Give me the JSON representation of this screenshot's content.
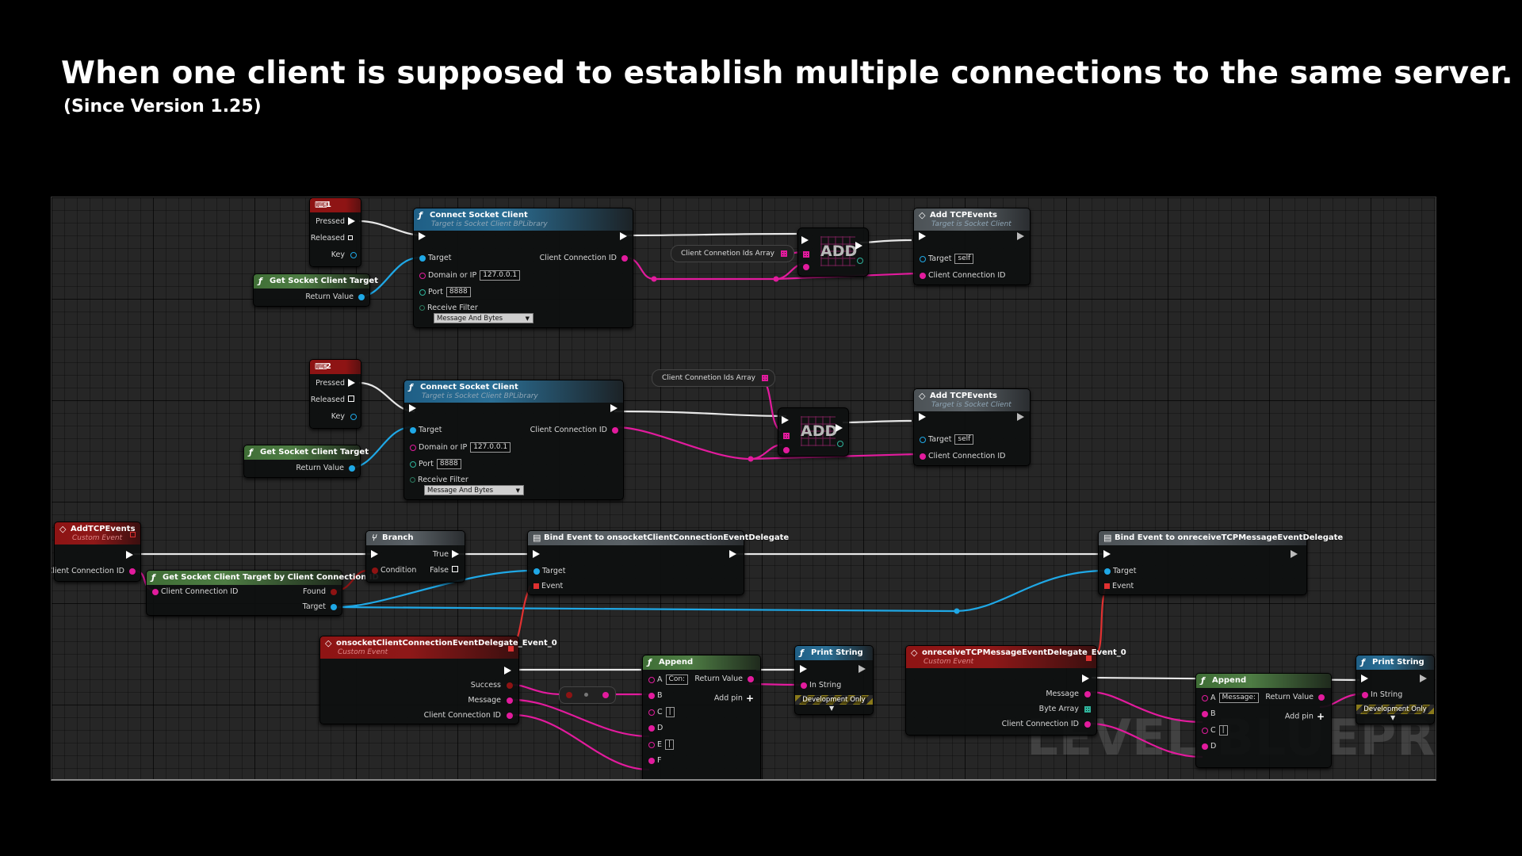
{
  "heading": {
    "title": "When one client is supposed to establish multiple connections to the same server.",
    "subtitle": "(Since Version 1.25)"
  },
  "watermark": "LEVEL BLUEPR",
  "colors": {
    "exec": "#ffffff",
    "object_pin": "#1fa8e6",
    "int_pin": "#e21b9d",
    "string_pin": "#e21b9d",
    "struct_pin": "#2fb39b",
    "delegate_pin": "#e03131",
    "bool_pin": "#8e1313"
  },
  "nodes": {
    "key1": {
      "icon": "keyboard-icon",
      "title": "1",
      "pressed": "Pressed",
      "released": "Released",
      "key": "Key"
    },
    "key2": {
      "icon": "keyboard-icon",
      "title": "2",
      "pressed": "Pressed",
      "released": "Released",
      "key": "Key"
    },
    "get_target1": {
      "title": "Get Socket Client Target",
      "return": "Return Value"
    },
    "get_target2": {
      "title": "Get Socket Client Target",
      "return": "Return Value"
    },
    "connect1": {
      "title": "Connect Socket Client",
      "subtitle": "Target is Socket Client BPLibrary",
      "target": "Target",
      "domain": "Domain or IP",
      "domain_value": "127.0.0.1",
      "port": "Port",
      "port_value": "8888",
      "receive_filter": "Receive Filter",
      "filter_value": "Message And Bytes",
      "connection_id": "Client Connection ID"
    },
    "connect2": {
      "title": "Connect Socket Client",
      "subtitle": "Target is Socket Client BPLibrary",
      "target": "Target",
      "domain": "Domain or IP",
      "domain_value": "127.0.0.1",
      "port": "Port",
      "port_value": "8888",
      "receive_filter": "Receive Filter",
      "filter_value": "Message And Bytes",
      "connection_id": "Client Connection ID"
    },
    "ids_array1": {
      "label": "Client Connetion Ids Array"
    },
    "ids_array2": {
      "label": "Client Connetion Ids Array"
    },
    "add1": {
      "label": "ADD"
    },
    "add2": {
      "label": "ADD"
    },
    "add_tcp1": {
      "title": "Add TCPEvents",
      "subtitle": "Target is Socket Client",
      "target": "Target",
      "target_value": "self",
      "connection_id": "Client Connection ID"
    },
    "add_tcp2": {
      "title": "Add TCPEvents",
      "subtitle": "Target is Socket Client",
      "target": "Target",
      "target_value": "self",
      "connection_id": "Client Connection ID"
    },
    "custom_event": {
      "title": "AddTCPEvents",
      "subtitle": "Custom Event",
      "connection_id": "Client Connection ID"
    },
    "get_by_id": {
      "title": "Get Socket Client Target by Client Connection ID",
      "connection_id": "Client Connection ID",
      "found": "Found",
      "target": "Target"
    },
    "branch": {
      "title": "Branch",
      "condition": "Condition",
      "true": "True",
      "false": "False"
    },
    "bind1": {
      "title": "Bind Event to onsocketClientConnectionEventDelegate",
      "target": "Target",
      "event": "Event"
    },
    "bind2": {
      "title": "Bind Event to onreceiveTCPMessageEventDelegate",
      "target": "Target",
      "event": "Event"
    },
    "conn_event": {
      "title": "onsocketClientConnectionEventDelegate_Event_0",
      "subtitle": "Custom Event",
      "success": "Success",
      "message": "Message",
      "connection_id": "Client Connection ID"
    },
    "append1": {
      "title": "Append",
      "a": "A",
      "a_value": "Con:",
      "b": "B",
      "c": "C",
      "c_value": "|",
      "d": "D",
      "e": "E",
      "e_value": "|",
      "f": "F",
      "return": "Return Value",
      "add_pin": "Add pin"
    },
    "print1": {
      "title": "Print String",
      "in_string": "In String",
      "dev_only": "Development Only"
    },
    "msg_event": {
      "title": "onreceiveTCPMessageEventDelegate_Event_0",
      "subtitle": "Custom Event",
      "message": "Message",
      "byte_array": "Byte Array",
      "connection_id": "Client Connection ID"
    },
    "append2": {
      "title": "Append",
      "a": "A",
      "a_value": "Message:",
      "b": "B",
      "c": "C",
      "c_value": "|",
      "d": "D",
      "return": "Return Value",
      "add_pin": "Add pin"
    },
    "print2": {
      "title": "Print String",
      "in_string": "In String",
      "dev_only": "Development Only"
    }
  }
}
